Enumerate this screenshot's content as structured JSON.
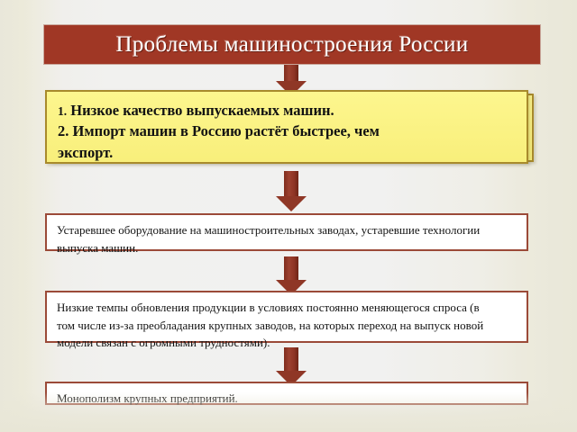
{
  "slide": {
    "title": "Проблемы машиностроения России",
    "background_color": "#f1f1ef",
    "margin_color": "#e9e7da"
  },
  "theme": {
    "title_bar_color": "#a03725",
    "title_text_color": "#ffffff",
    "arrow_color": "#8f3726",
    "yellow_box_fill": "#fbf485",
    "yellow_box_border": "#a88a2c",
    "white_box_fill": "#ffffff",
    "white_box_border": "#9b4a38",
    "body_text_color": "#131313"
  },
  "flow": {
    "nodes": [
      {
        "id": "node-1",
        "style": "yellow",
        "lines": [
          "1. Низкое качество выпускаемых машин.",
          "2. Импорт машин в Россию растёт быстрее, чем",
          "экспорт."
        ],
        "line1_number": "1.",
        "line1_rest": " Низкое качество выпускаемых машин."
      },
      {
        "id": "node-2",
        "style": "white",
        "lines": [
          "Устаревшее оборудование на машиностроительных заводах, устаревшие технологии",
          "выпуска машин."
        ]
      },
      {
        "id": "node-3",
        "style": "white",
        "lines": [
          "Низкие темпы обновления продукции в условиях постоянно меняющегося спроса (в",
          "том числе из-за преобладания крупных заводов, на которых переход на выпуск новой",
          "модели связан с огромными трудностями)."
        ]
      },
      {
        "id": "node-4",
        "style": "white",
        "lines": [
          "Монополизм крупных предприятий."
        ]
      }
    ],
    "connectors": [
      {
        "id": "arrow-title-to-1",
        "direction": "down"
      },
      {
        "id": "arrow-1-to-2",
        "direction": "down"
      },
      {
        "id": "arrow-2-to-3",
        "direction": "down"
      },
      {
        "id": "arrow-3-to-4",
        "direction": "down"
      }
    ]
  }
}
